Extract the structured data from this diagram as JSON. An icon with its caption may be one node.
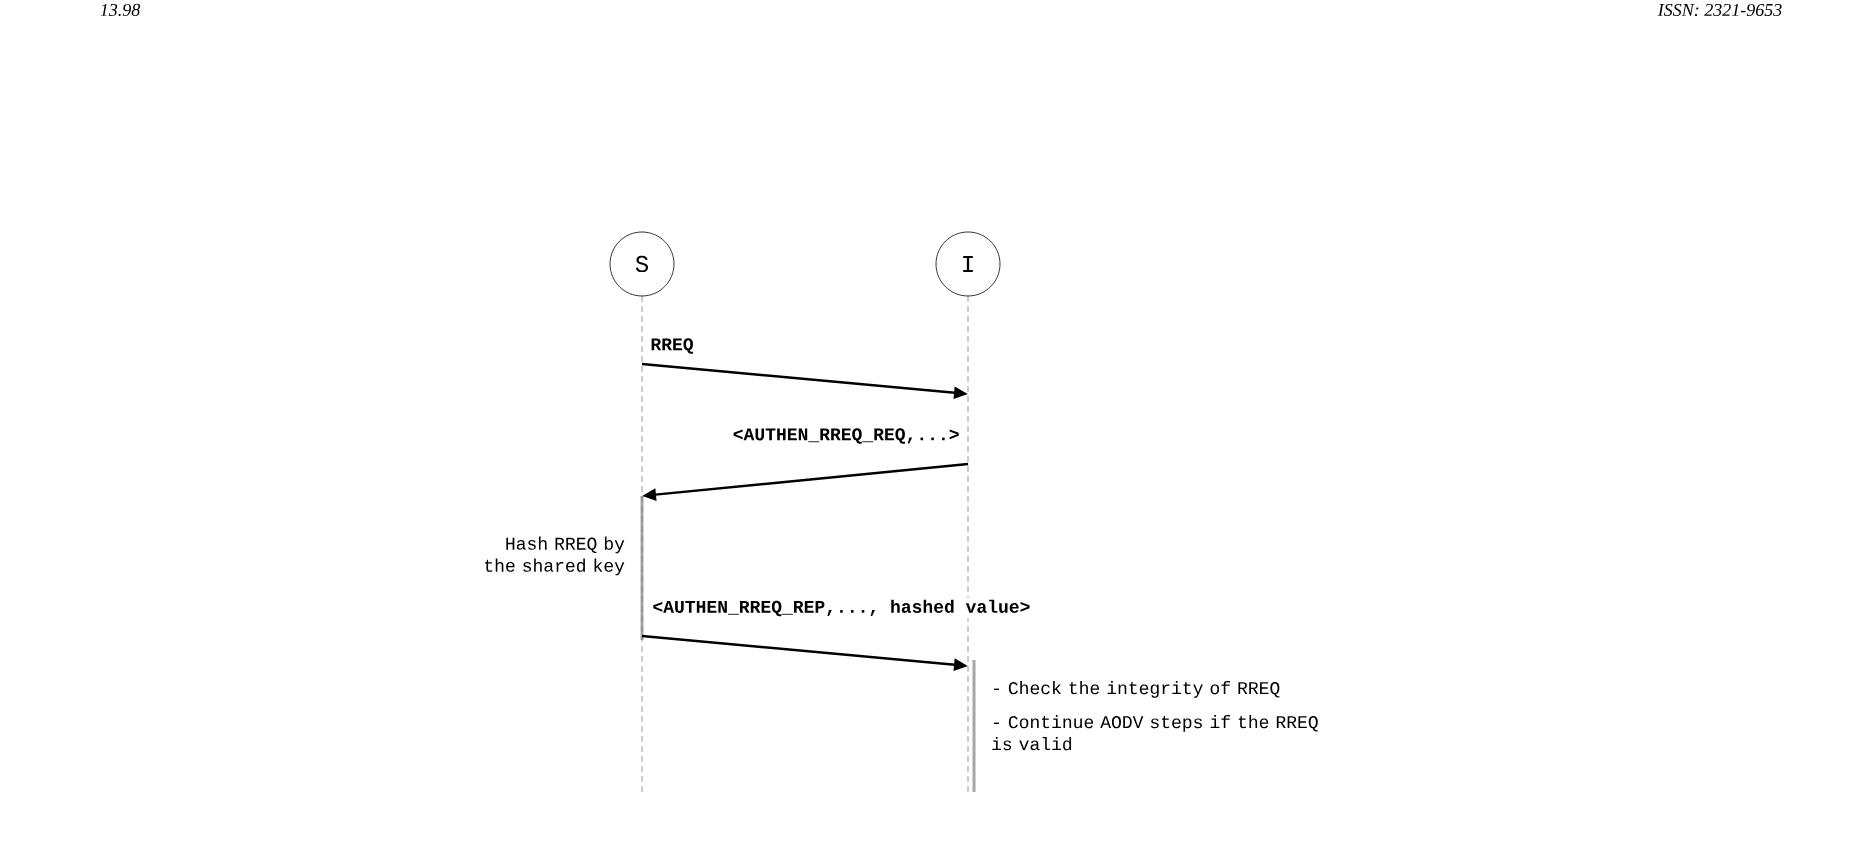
{
  "diagram": {
    "nodes": [
      {
        "text": [
          "S"
        ]
      },
      {
        "text": [
          "I"
        ]
      }
    ],
    "edges": [
      {
        "from": 0,
        "to": 1,
        "arrow": "to",
        "label": "RREQ"
      },
      {
        "from": 1,
        "to": 0,
        "arrow": "to",
        "label": "<AUTHEN_RREQ_REQ,...>"
      },
      {
        "from": 0,
        "to": 1,
        "arrow": "to",
        "label": "<AUTHEN_RREQ_REP,..., hashed value>"
      }
    ],
    "labels": [
      "13.98",
      "ISSN: 2321-9653",
      "Hash RREQ by the shared key",
      "- Check the integrity of RREQ",
      "- Continue AODV steps if the RREQ is valid"
    ]
  }
}
